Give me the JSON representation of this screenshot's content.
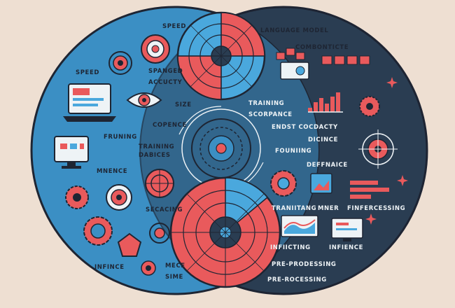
{
  "labels": {
    "speed_top": "SPEED",
    "speed_left": "SPEED",
    "spanged": "SPANGED",
    "accucty": "ACCUCTY",
    "size": "SIZE",
    "copence": "COPENCE",
    "fruning": "FRUNING",
    "training_dabices_1": "TRAINING",
    "training_dabices_2": "DABICES",
    "mnence": "MNENCE",
    "secacing": "SECACING",
    "infince_left": "INFINCE",
    "mece": "MECE",
    "sime": "SIME",
    "language_model": "LANGUAGE MODEL",
    "combonticte": "COMBONTICTE",
    "training_right": "TRAINING",
    "scorpance": "SCORPANCE",
    "endst_cocdacty": "ENDST  COCDACTY",
    "dicince": "DICINCE",
    "founiing": "FOUNIING",
    "deffnaice": "DEFFNAICE",
    "traniitang": "TRANIITANG",
    "mner": "MNER",
    "finfercessing": "FINFERCESSING",
    "infiicting": "INFIICTING",
    "infience": "INFIENCE",
    "pre_prodessing": "PRE-PRODESSING",
    "pre_rocessing": "PRE-ROCESSING"
  },
  "colors": {
    "background": "#eedfd2",
    "left_circle": "#3b8fc4",
    "right_circle": "#2a3d52",
    "accent_red": "#e95a5c",
    "accent_blue": "#4aa8dd",
    "ink": "#1e2533"
  },
  "icons": [
    "laptop-icon",
    "eye-icon",
    "monitor-icon",
    "gear-icon",
    "radial-chart-icon",
    "polygon-icon",
    "bar-chart-icon",
    "wave-chart-icon",
    "image-icon",
    "target-icon",
    "brain-icon",
    "sparkle-icon"
  ]
}
